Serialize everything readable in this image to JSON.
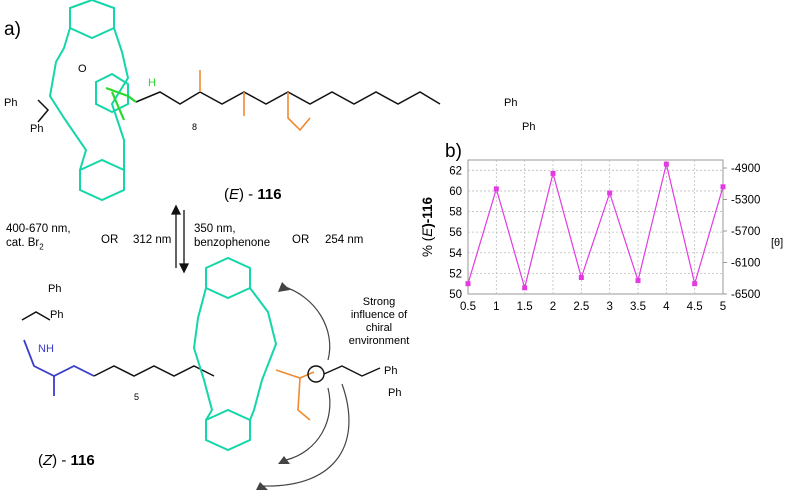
{
  "figure": {
    "panel_a": "a)",
    "panel_b": "b)"
  },
  "scheme": {
    "e_compound": {
      "label_pre": "(",
      "label_italic": "E",
      "label_post": ") - ",
      "label_num": "116"
    },
    "z_compound": {
      "label_pre": "(",
      "label_italic": "Z",
      "label_post": ") - ",
      "label_num": "116"
    },
    "cond_left_line1": "400-670 nm,",
    "cond_left_line2": "cat. Br",
    "cond_left_sub": "2",
    "cond_or_left": "OR",
    "cond_312": "312 nm",
    "cond_right_line1": "350 nm,",
    "cond_right_line2": "benzophenone",
    "cond_or_right": "OR",
    "cond_254": "254 nm",
    "note_line1": "Strong",
    "note_line2": "influence of",
    "note_line3": "chiral",
    "note_line4": "environment",
    "atoms": {
      "ph": "Ph",
      "n": "N",
      "h": "H",
      "o": "O",
      "nh": "NH",
      "sub8": "8",
      "sub5": "5"
    }
  },
  "chart_data": {
    "type": "line",
    "title": "",
    "x": [
      0.5,
      1,
      1.5,
      2,
      2.5,
      3,
      3.5,
      4,
      4.5,
      5
    ],
    "series": [
      {
        "values": [
          51.0,
          60.2,
          50.6,
          61.7,
          51.6,
          59.8,
          51.3,
          62.6,
          51.0,
          60.4
        ]
      }
    ],
    "xlim": [
      0.5,
      5
    ],
    "ylim": [
      50,
      63
    ],
    "xticks": [
      "0.5",
      "1",
      "1.5",
      "2",
      "2.5",
      "3",
      "3.5",
      "4",
      "4.5",
      "5"
    ],
    "yticks": [
      "50",
      "52",
      "54",
      "56",
      "58",
      "60",
      "62"
    ],
    "y2ticks": [
      "-4900",
      "-5300",
      "-5700",
      "-6100",
      "-6500"
    ],
    "ylabel_pre": "% (",
    "ylabel_italic": "E",
    "ylabel_post": ")-116",
    "y2label": "[θ]",
    "grid": true,
    "color": "#e23be2"
  }
}
